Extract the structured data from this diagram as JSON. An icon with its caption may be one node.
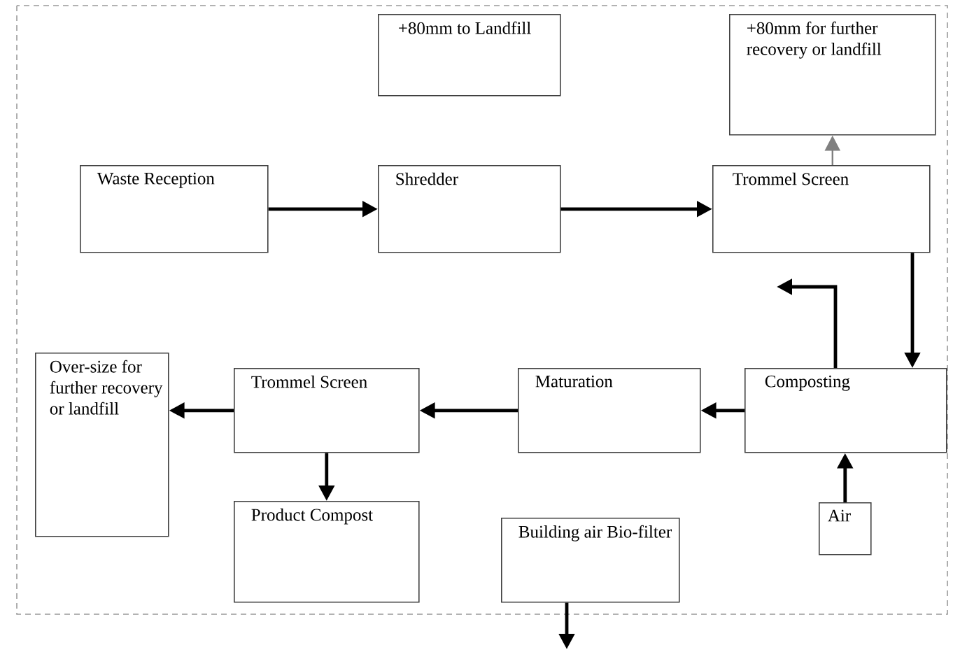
{
  "diagram": {
    "nodes": [
      {
        "text": [
          "+80mm to Landfill"
        ]
      },
      {
        "text": [
          "+80mm for further recovery or landfill"
        ]
      },
      {
        "text": [
          "Waste Reception"
        ]
      },
      {
        "text": [
          "Shredder"
        ]
      },
      {
        "text": [
          "Trommel Screen"
        ]
      },
      {
        "text": [
          "Over-size for further recovery or landfill"
        ]
      },
      {
        "text": [
          "Trommel Screen"
        ]
      },
      {
        "text": [
          "Maturation"
        ]
      },
      {
        "text": [
          "Composting"
        ]
      },
      {
        "text": [
          "Product Compost"
        ]
      },
      {
        "text": [
          "Building air Bio-filter"
        ]
      },
      {
        "text": [
          "Air"
        ]
      }
    ],
    "edges": [
      {
        "from": 2,
        "to": 3,
        "arrow": "to"
      },
      {
        "from": 3,
        "to": 4,
        "arrow": "to"
      },
      {
        "from": 4,
        "to": 1,
        "arrow": "to",
        "color": "#808080"
      },
      {
        "from": 4,
        "to": 8,
        "arrow": "to"
      },
      {
        "from": 8,
        "to": null,
        "arrow": "to"
      },
      {
        "from": 8,
        "to": 7,
        "arrow": "to"
      },
      {
        "from": 7,
        "to": 6,
        "arrow": "to"
      },
      {
        "from": 6,
        "to": 5,
        "arrow": "to"
      },
      {
        "from": 6,
        "to": 9,
        "arrow": "to"
      },
      {
        "from": 11,
        "to": 8,
        "arrow": "to"
      },
      {
        "from": 10,
        "to": null,
        "arrow": "to"
      }
    ]
  }
}
